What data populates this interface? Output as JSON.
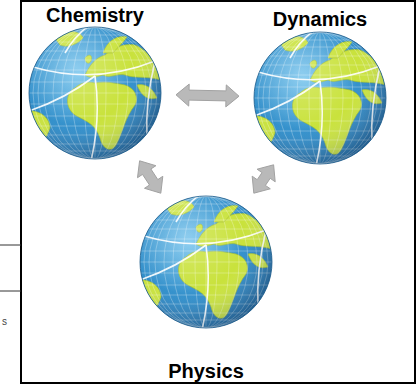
{
  "diagram": {
    "nodes": [
      {
        "text": [
          "Chemistry"
        ]
      },
      {
        "text": [
          "Dynamics"
        ]
      },
      {
        "text": [
          "Physics"
        ]
      }
    ],
    "edges": [
      {
        "from": 0,
        "to": 1,
        "arrow": "both"
      },
      {
        "from": 0,
        "to": 2,
        "arrow": "both"
      },
      {
        "from": 1,
        "to": 2,
        "arrow": "both"
      }
    ],
    "labels": [
      "s"
    ]
  }
}
